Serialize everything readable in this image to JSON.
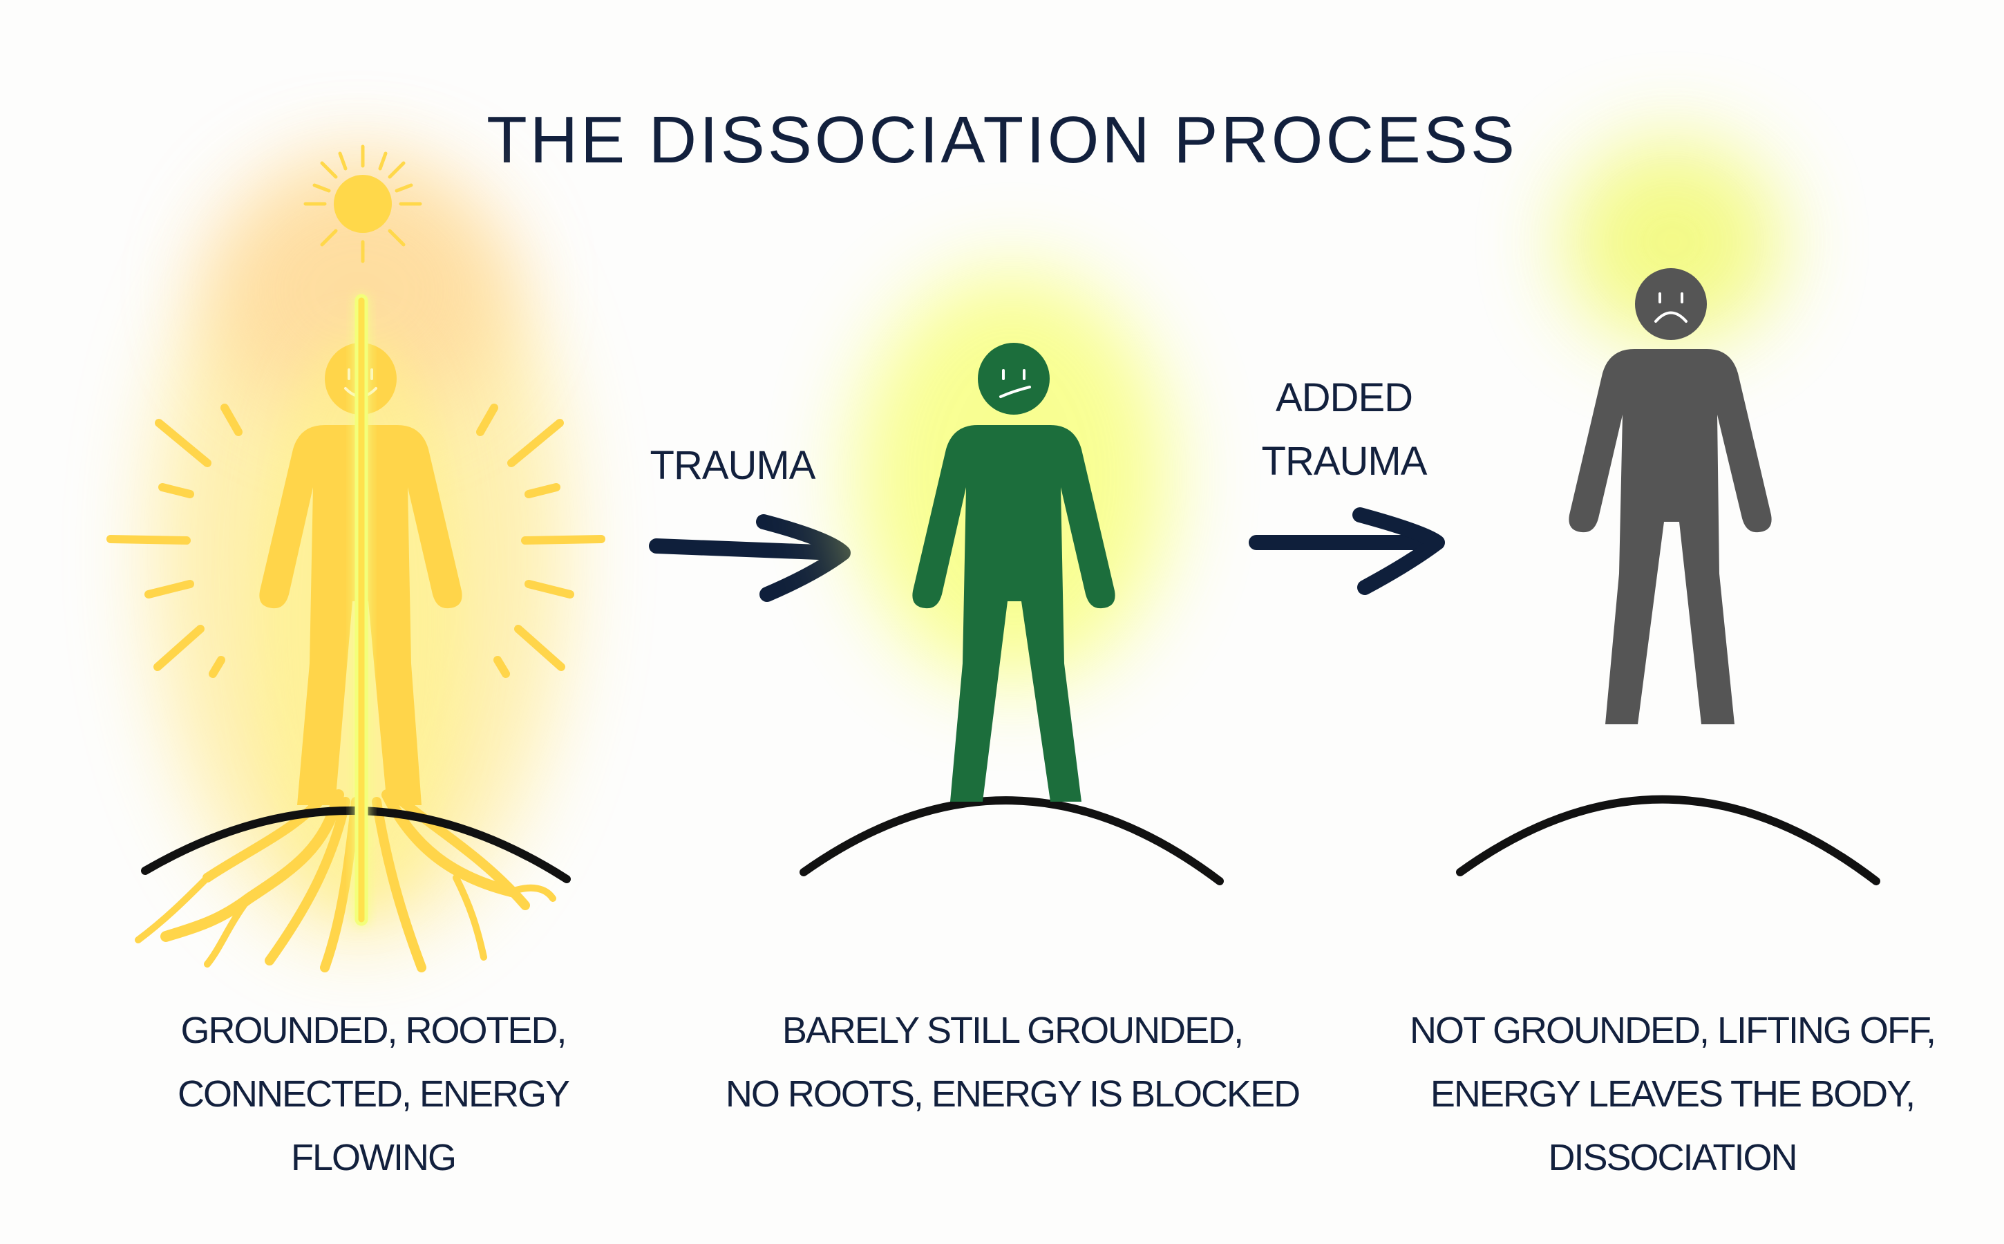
{
  "title": "THE DISSOCIATION PROCESS",
  "arrows": [
    {
      "label_lines": [
        "TRAUMA"
      ]
    },
    {
      "label_lines": [
        "ADDED",
        "TRAUMA"
      ]
    }
  ],
  "stages": [
    {
      "caption_lines": [
        "GROUNDED, ROOTED,",
        "CONNECTED, ENERGY",
        "FLOWING"
      ],
      "figure_color": "#ffd54a",
      "face": "smile-icon"
    },
    {
      "caption_lines": [
        "BARELY STILL GROUNDED,",
        "NO ROOTS, ENERGY IS BLOCKED"
      ],
      "figure_color": "#1c6e3c",
      "face": "confused-face-icon"
    },
    {
      "caption_lines": [
        "NOT GROUNDED, LIFTING OFF,",
        "ENERGY LEAVES THE BODY,",
        "DISSOCIATION"
      ],
      "figure_color": "#555555",
      "face": "frown-icon"
    }
  ],
  "colors": {
    "text": "#12203d",
    "glow": "#f6f77a",
    "arrow": "#0f1f3b",
    "ground": "#111111"
  }
}
